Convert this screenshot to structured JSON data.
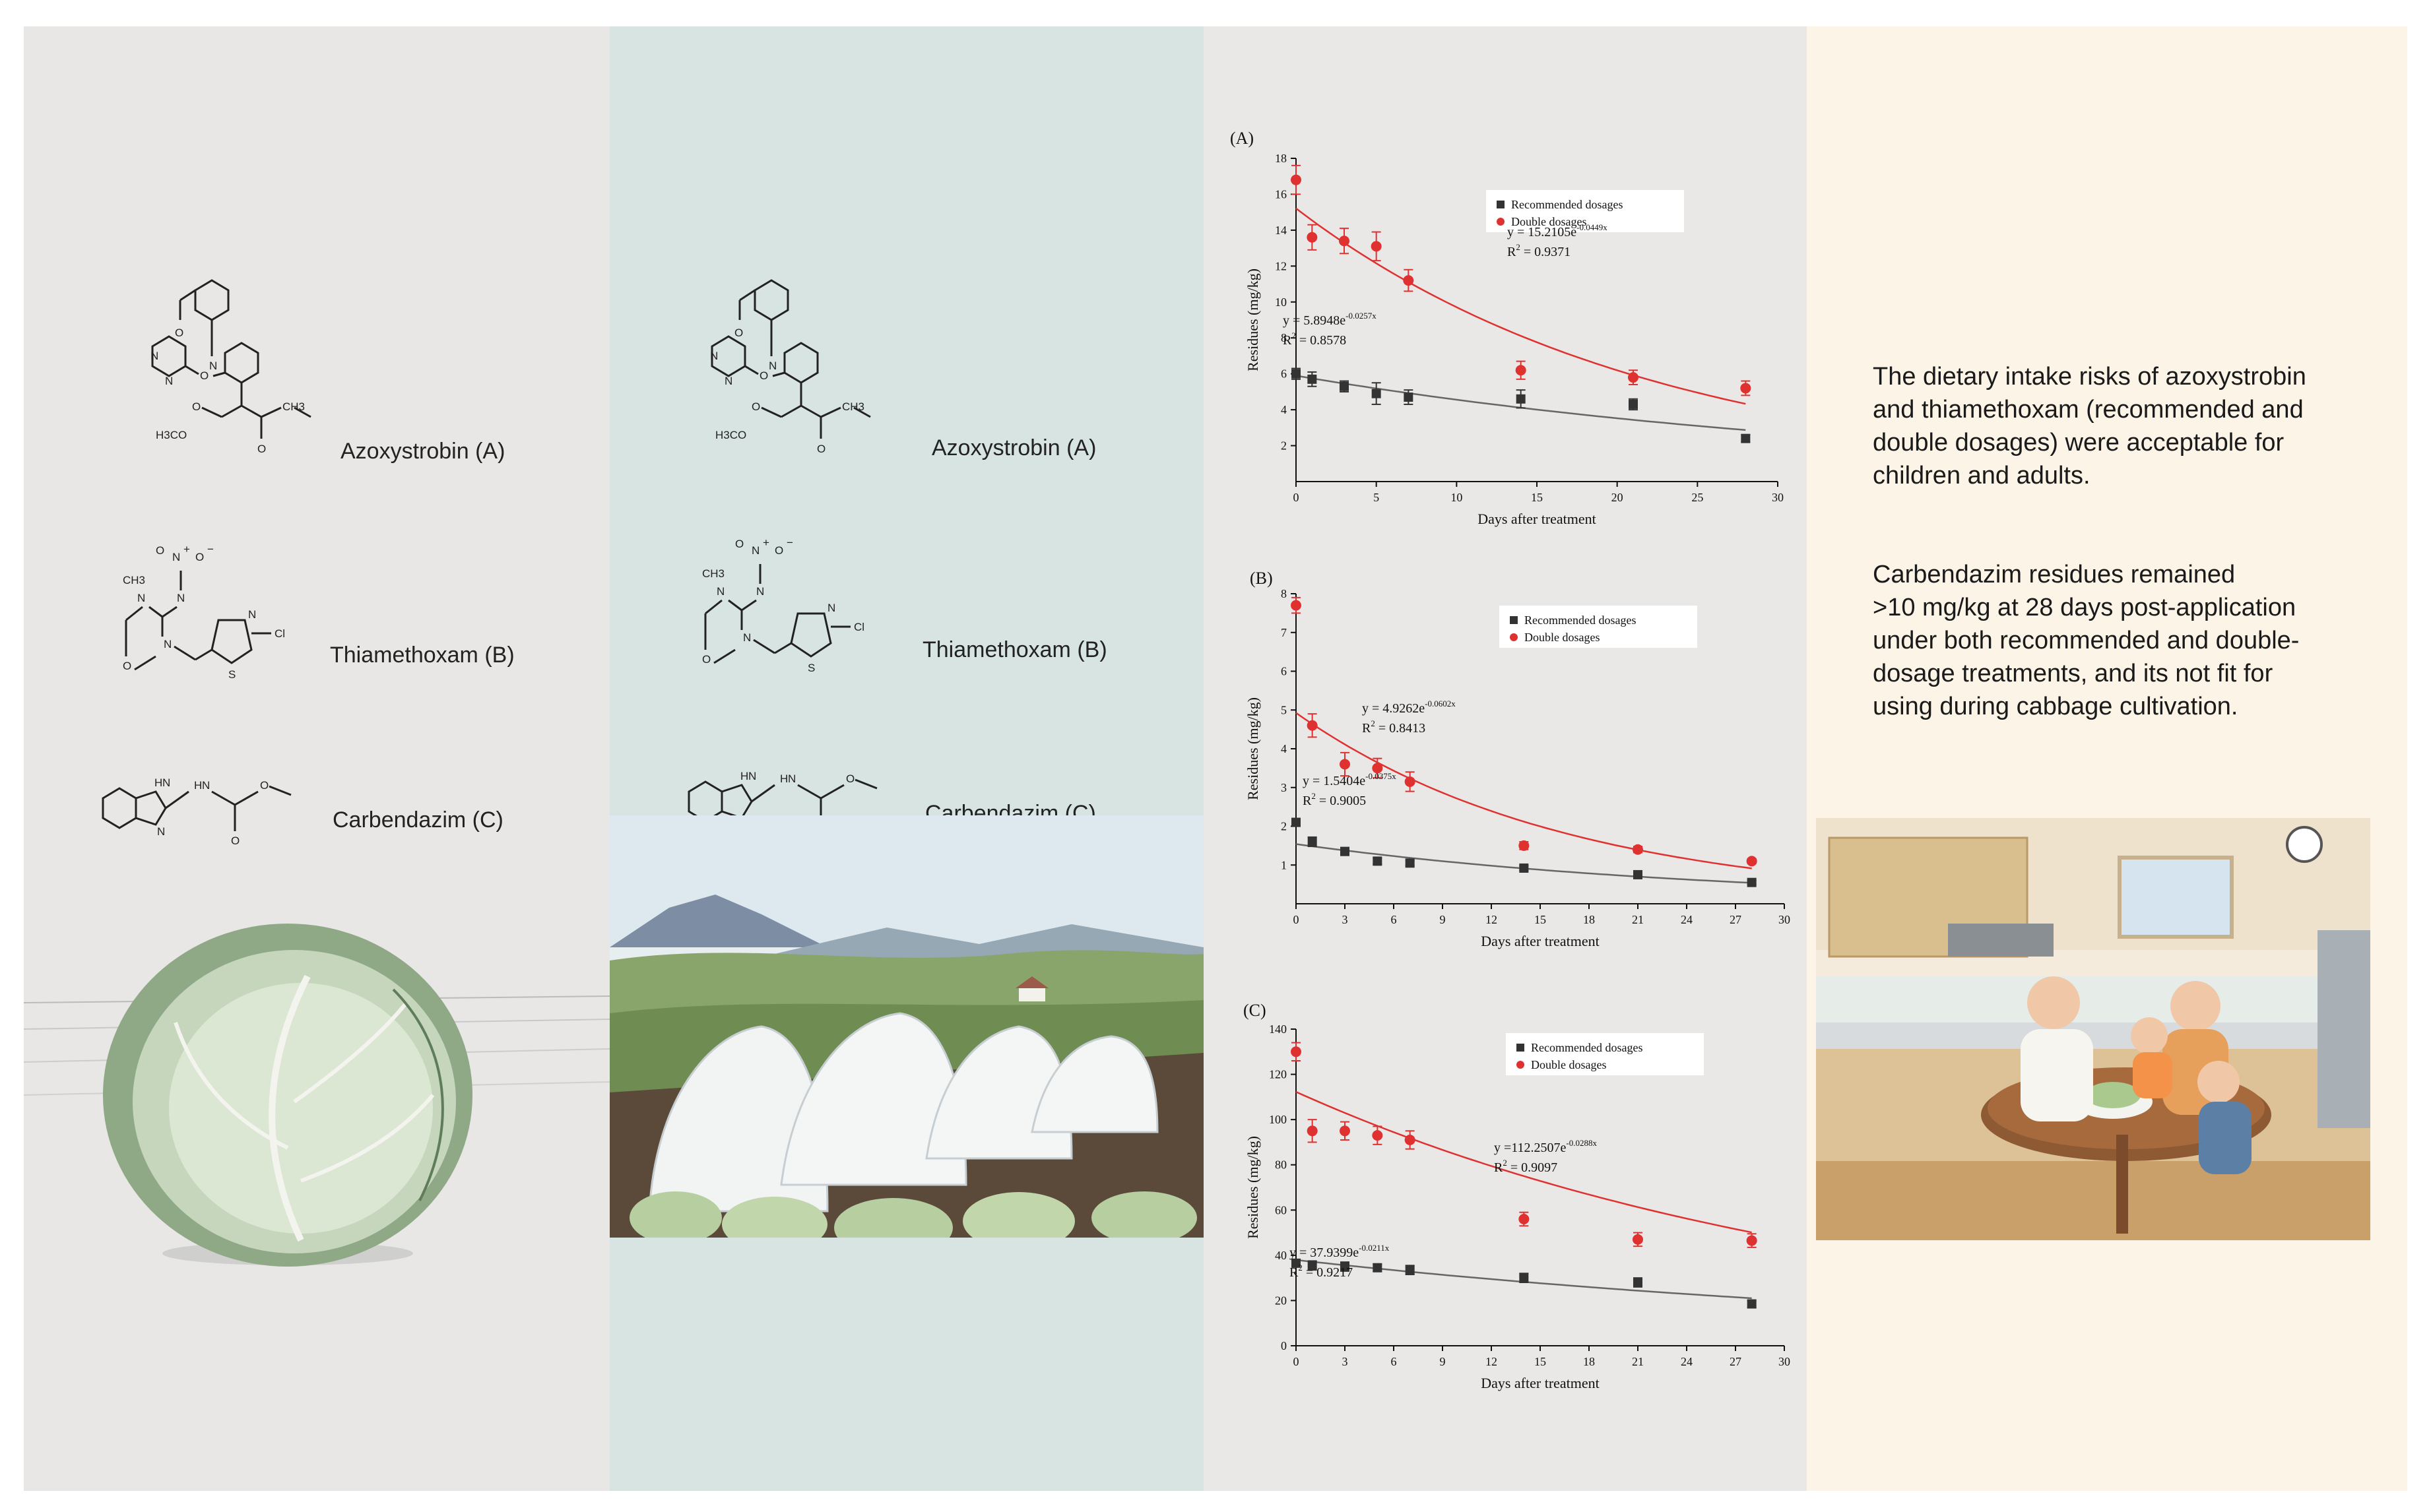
{
  "compounds": [
    {
      "name": "Azoxystrobin (A)"
    },
    {
      "name": "Thiamethoxam (B)"
    },
    {
      "name": "Carbendazim (C)"
    }
  ],
  "atoms": {
    "azoxy": [
      "O",
      "N",
      "N",
      "N",
      "O",
      "H3CO",
      "O",
      "O",
      "CH3"
    ],
    "thia": [
      "N",
      "+",
      "O",
      "−",
      "O",
      "CH3",
      "N",
      "N",
      "N",
      "O",
      "S",
      "N",
      "Cl"
    ],
    "carb": [
      "H",
      "N",
      "N",
      "H",
      "N",
      "O",
      "O"
    ]
  },
  "colors": {
    "recommended": "#333333",
    "double": "#e03131",
    "double_text": "#d42a2a",
    "panel1": "#e8e7e5",
    "panel2": "#d7e4e2",
    "panel3": "#e9e8e6",
    "panel4": "#fbf4e7"
  },
  "chart_data": [
    {
      "type": "scatter",
      "panel": "(A)",
      "xlabel": "Days after treatment",
      "ylabel": "Residues (mg/kg)",
      "xlim": [
        0,
        30
      ],
      "ylim": [
        0,
        18
      ],
      "xticks": [
        0,
        5,
        10,
        15,
        20,
        25,
        30
      ],
      "yticks": [
        2,
        4,
        6,
        8,
        10,
        12,
        14,
        16,
        18
      ],
      "legend_position": "top-right",
      "series": [
        {
          "name": "Recommended dosages",
          "marker": "square",
          "x": [
            0,
            1,
            3,
            5,
            7,
            14,
            21,
            28
          ],
          "y": [
            6.0,
            5.7,
            5.3,
            4.9,
            4.7,
            4.6,
            4.3,
            2.4
          ],
          "err": [
            0.3,
            0.4,
            0.3,
            0.6,
            0.4,
            0.5,
            0.3,
            0.2
          ],
          "fit": {
            "a": 5.8948,
            "b": -0.0257
          }
        },
        {
          "name": "Double dosages",
          "marker": "circle",
          "x": [
            0,
            1,
            3,
            5,
            7,
            14,
            21,
            28
          ],
          "y": [
            16.8,
            13.6,
            13.4,
            13.1,
            11.2,
            6.2,
            5.8,
            5.2
          ],
          "err": [
            0.8,
            0.7,
            0.7,
            0.8,
            0.6,
            0.5,
            0.4,
            0.4
          ],
          "fit": {
            "a": 15.2105,
            "b": -0.0449
          }
        }
      ],
      "annotations": {
        "rec_eq": "y = 5.8948e",
        "rec_exp": "-0.0257x",
        "rec_r2": "R",
        "rec_r2v": " = 0.8578",
        "dbl_eq": "y = 15.2105e",
        "dbl_exp": "-0.0449x",
        "dbl_r2": "R",
        "dbl_r2v": " = 0.9371",
        "sq": "2"
      }
    },
    {
      "type": "scatter",
      "panel": "(B)",
      "xlabel": "Days after treatment",
      "ylabel": "Residues (mg/kg)",
      "xlim": [
        0,
        30
      ],
      "ylim": [
        0,
        8
      ],
      "xticks": [
        0,
        3,
        6,
        9,
        12,
        15,
        18,
        21,
        24,
        27,
        30
      ],
      "yticks": [
        1,
        2,
        3,
        4,
        5,
        6,
        7,
        8
      ],
      "legend_position": "top-right",
      "series": [
        {
          "name": "Recommended dosages",
          "marker": "square",
          "x": [
            0,
            1,
            3,
            5,
            7,
            14,
            21,
            28
          ],
          "y": [
            2.1,
            1.6,
            1.35,
            1.1,
            1.05,
            0.92,
            0.75,
            0.55
          ],
          "err": [
            0.1,
            0.12,
            0.1,
            0.08,
            0.07,
            0.06,
            0.05,
            0.05
          ],
          "fit": {
            "a": 1.5404,
            "b": -0.0375
          }
        },
        {
          "name": "Double dosages",
          "marker": "circle",
          "x": [
            0,
            1,
            3,
            5,
            7,
            14,
            21,
            28
          ],
          "y": [
            7.7,
            4.6,
            3.6,
            3.5,
            3.15,
            1.5,
            1.4,
            1.1
          ],
          "err": [
            0.2,
            0.3,
            0.3,
            0.25,
            0.25,
            0.1,
            0.08,
            0.06
          ],
          "fit": {
            "a": 4.9262,
            "b": -0.0602
          }
        }
      ],
      "annotations": {
        "rec_eq": "y = 1.5404e",
        "rec_exp": "-0.0375x",
        "rec_r2": "R",
        "rec_r2v": " = 0.9005",
        "dbl_eq": "y = 4.9262e",
        "dbl_exp": "-0.0602x",
        "dbl_r2": "R",
        "dbl_r2v": " = 0.8413",
        "sq": "2"
      }
    },
    {
      "type": "scatter",
      "panel": "(C)",
      "xlabel": "Days after treatment",
      "ylabel": "Residues (mg/kg)",
      "xlim": [
        0,
        30
      ],
      "ylim": [
        0,
        140
      ],
      "xticks": [
        0,
        3,
        6,
        9,
        12,
        15,
        18,
        21,
        24,
        27,
        30
      ],
      "yticks": [
        0,
        20,
        40,
        60,
        80,
        100,
        120,
        140
      ],
      "legend_position": "top-right",
      "series": [
        {
          "name": "Recommended dosages",
          "marker": "square",
          "x": [
            0,
            1,
            3,
            5,
            7,
            14,
            21,
            28
          ],
          "y": [
            36.5,
            35.5,
            35,
            34.5,
            33.5,
            30,
            28,
            18.5
          ],
          "err": [
            1.5,
            2,
            2,
            1.5,
            2,
            2,
            2,
            1.5
          ],
          "fit": {
            "a": 37.9399,
            "b": -0.0211
          }
        },
        {
          "name": "Double dosages",
          "marker": "circle",
          "x": [
            0,
            1,
            3,
            5,
            7,
            14,
            21,
            28
          ],
          "y": [
            130,
            95,
            95,
            93,
            91,
            56,
            47,
            46.5
          ],
          "err": [
            4,
            5,
            4,
            4,
            4,
            3,
            3,
            3
          ],
          "fit": {
            "a": 112.2507,
            "b": -0.0288
          }
        }
      ],
      "annotations": {
        "rec_eq": "y = 37.9399e",
        "rec_exp": "-0.0211x",
        "rec_r2": "R",
        "rec_r2v": " = 0.9217",
        "dbl_eq": "y =112.2507e",
        "dbl_exp": "-0.0288x",
        "dbl_r2": "R",
        "dbl_r2v": " = 0.9097",
        "sq": "2"
      }
    }
  ],
  "summary": {
    "p1_lines": [
      "The dietary intake risks of azoxystrobin",
      "and thiamethoxam (recommended and",
      "double dosages) were acceptable for",
      " children and adults."
    ],
    "p2_lines": [
      "Carbendazim residues remained",
      ">10 mg/kg  at 28 days post-application",
      "under both recommended and double-",
      "dosage treatments, and its not fit for",
      "using during cabbage cultivation."
    ]
  }
}
